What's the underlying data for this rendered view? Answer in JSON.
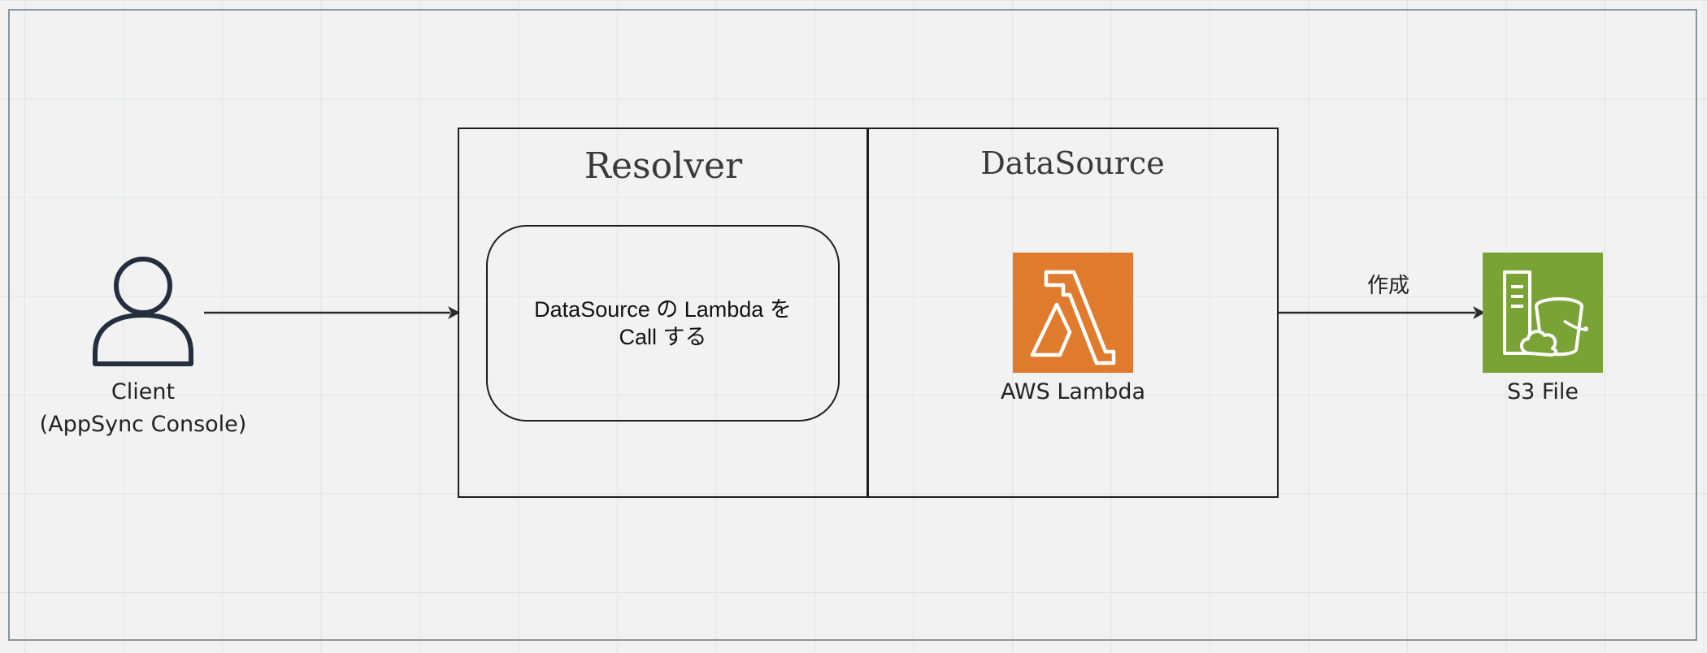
{
  "diagram": {
    "nodes": {
      "client": {
        "label_line1": "Client",
        "label_line2": "(AppSync Console)",
        "icon": "user-icon"
      },
      "resolver": {
        "title": "Resolver",
        "step_text": "DataSource の Lambda を Call する"
      },
      "datasource": {
        "title": "DataSource",
        "service_label": "AWS Lambda",
        "icon": "aws-lambda-icon",
        "icon_color": "#e07b2e"
      },
      "s3": {
        "label": "S3 File",
        "icon": "s3-bucket-file-icon",
        "icon_color": "#7aa336"
      }
    },
    "edges": [
      {
        "from": "client",
        "to": "resolver",
        "label": ""
      },
      {
        "from": "datasource",
        "to": "s3",
        "label": "作成"
      }
    ]
  }
}
